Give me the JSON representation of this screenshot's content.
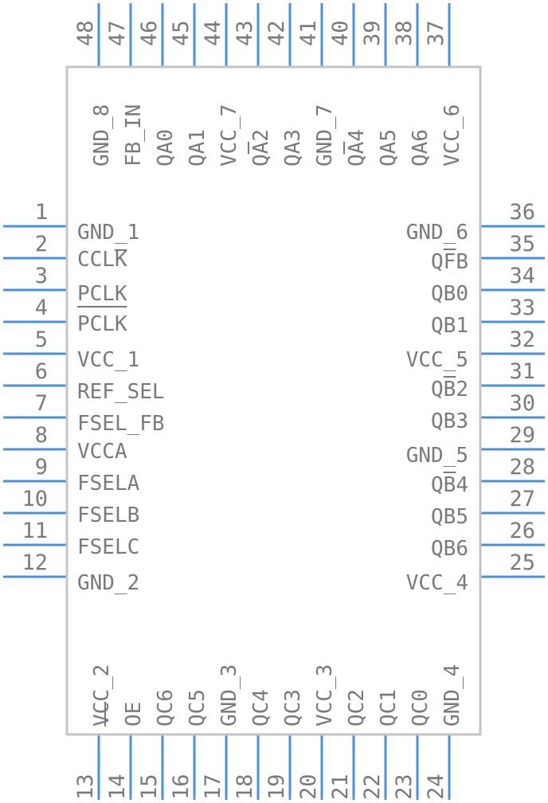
{
  "package": {
    "left": [
      {
        "num": "1",
        "label": "GND_1"
      },
      {
        "num": "2",
        "label": "CCLK"
      },
      {
        "num": "3",
        "label": "PCLK"
      },
      {
        "num": "4",
        "label": "PCLK"
      },
      {
        "num": "5",
        "label": "VCC_1"
      },
      {
        "num": "6",
        "label": "REF_SEL"
      },
      {
        "num": "7",
        "label": "FSEL_FB"
      },
      {
        "num": "8",
        "label": "VCCA"
      },
      {
        "num": "9",
        "label": "FSELA"
      },
      {
        "num": "10",
        "label": "FSELB"
      },
      {
        "num": "11",
        "label": "FSELC"
      },
      {
        "num": "12",
        "label": "GND_2"
      }
    ],
    "bottom": [
      {
        "num": "13",
        "label": "VCC_2"
      },
      {
        "num": "14",
        "label": "OE"
      },
      {
        "num": "15",
        "label": "QC6"
      },
      {
        "num": "16",
        "label": "QC5"
      },
      {
        "num": "17",
        "label": "GND_3"
      },
      {
        "num": "18",
        "label": "QC4"
      },
      {
        "num": "19",
        "label": "QC3"
      },
      {
        "num": "20",
        "label": "VCC_3"
      },
      {
        "num": "21",
        "label": "QC2"
      },
      {
        "num": "22",
        "label": "QC1"
      },
      {
        "num": "23",
        "label": "QC0"
      },
      {
        "num": "24",
        "label": "GND_4"
      }
    ],
    "right": [
      {
        "num": "25",
        "label": "VCC_4"
      },
      {
        "num": "26",
        "label": "QB6"
      },
      {
        "num": "27",
        "label": "QB5"
      },
      {
        "num": "28",
        "label": "QB4"
      },
      {
        "num": "29",
        "label": "GND_5"
      },
      {
        "num": "30",
        "label": "QB3"
      },
      {
        "num": "31",
        "label": "QB2"
      },
      {
        "num": "32",
        "label": "VCC_5"
      },
      {
        "num": "33",
        "label": "QB1"
      },
      {
        "num": "34",
        "label": "QB0"
      },
      {
        "num": "35",
        "label": "QFB"
      },
      {
        "num": "36",
        "label": "GND_6"
      }
    ],
    "top": [
      {
        "num": "37",
        "label": "VCC_6"
      },
      {
        "num": "38",
        "label": "QA6"
      },
      {
        "num": "39",
        "label": "QA5"
      },
      {
        "num": "40",
        "label": "QA4"
      },
      {
        "num": "41",
        "label": "GND_7"
      },
      {
        "num": "42",
        "label": "QA3"
      },
      {
        "num": "43",
        "label": "QA2"
      },
      {
        "num": "44",
        "label": "VCC_7"
      },
      {
        "num": "45",
        "label": "QA1"
      },
      {
        "num": "46",
        "label": "QA0"
      },
      {
        "num": "47",
        "label": "FB_IN"
      },
      {
        "num": "48",
        "label": "GND_8"
      }
    ]
  }
}
